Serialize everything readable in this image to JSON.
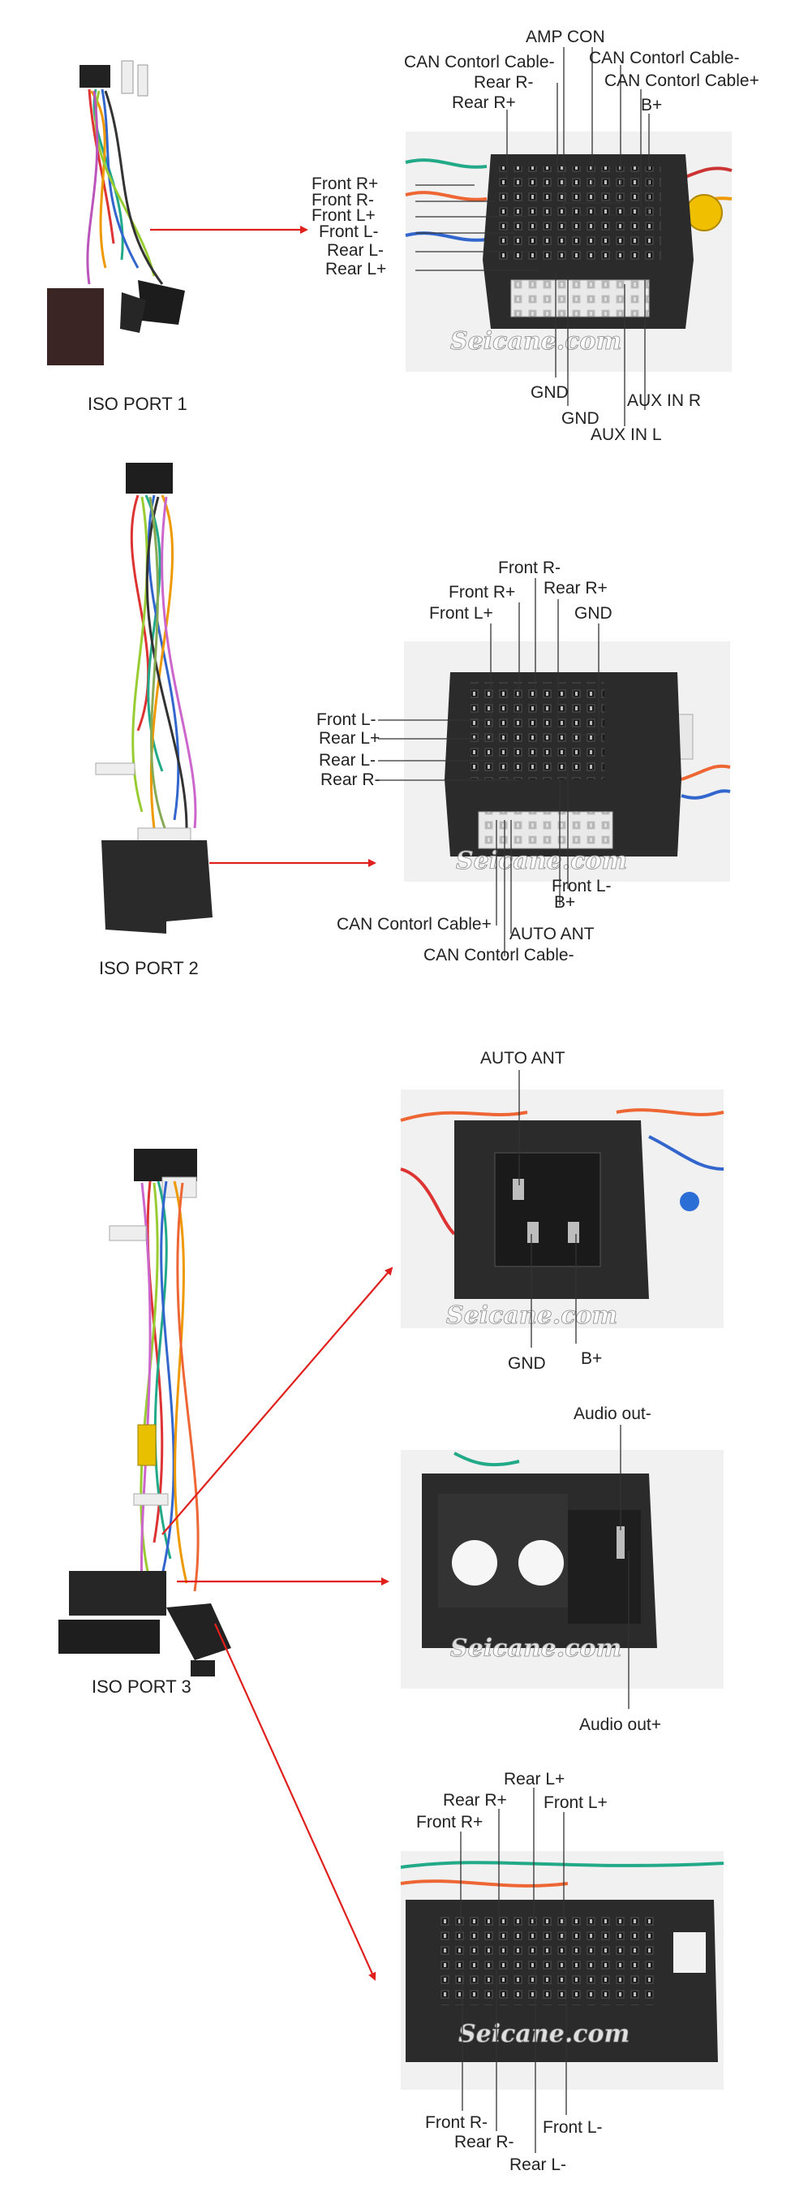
{
  "watermark": "Seicane.com",
  "port1": {
    "caption": "ISO PORT 1",
    "labels": {
      "amp_con": "AMP CON",
      "can_minus_l": "CAN Contorl Cable-",
      "can_minus_r": "CAN Contorl Cable-",
      "can_plus": "CAN Contorl Cable+",
      "rear_r_minus_top": "Rear R-",
      "rear_r_plus_top": "Rear R+",
      "b_plus": "B+",
      "front_r_plus": "Front R+",
      "front_r_minus": "Front R-",
      "front_l_plus": "Front L+",
      "front_l_minus": "Front L-",
      "rear_l_minus": "Rear L-",
      "rear_l_plus": "Rear L+",
      "gnd_1": "GND",
      "gnd_2": "GND",
      "aux_in_l": "AUX IN L",
      "aux_in_r": "AUX IN R"
    }
  },
  "port2": {
    "caption": "ISO PORT 2",
    "labels": {
      "front_r_minus": "Front R-",
      "front_r_plus": "Front R+",
      "rear_r_plus": "Rear R+",
      "front_l_plus": "Front L+",
      "gnd": "GND",
      "front_l_minus": "Front L-",
      "rear_l_plus": "Rear L+",
      "rear_l_minus": "Rear L-",
      "rear_r_minus": "Rear R-",
      "front_l_minus_bottom": "Front L-",
      "b_plus": "B+",
      "can_plus": "CAN Contorl Cable+",
      "auto_ant": "AUTO ANT",
      "can_minus": "CAN Contorl Cable-"
    }
  },
  "port3": {
    "caption": "ISO PORT 3",
    "antenna": {
      "auto_ant": "AUTO ANT",
      "gnd": "GND",
      "b_plus": "B+"
    },
    "audio": {
      "audio_out_minus": "Audio out-",
      "audio_out_plus": "Audio out+"
    },
    "speaker": {
      "rear_l_plus": "Rear L+",
      "rear_r_plus": "Rear R+",
      "front_l_plus": "Front L+",
      "front_r_plus": "Front R+",
      "front_r_minus": "Front R-",
      "rear_r_minus": "Rear R-",
      "front_l_minus": "Front L-",
      "rear_l_minus": "Rear L-"
    }
  }
}
